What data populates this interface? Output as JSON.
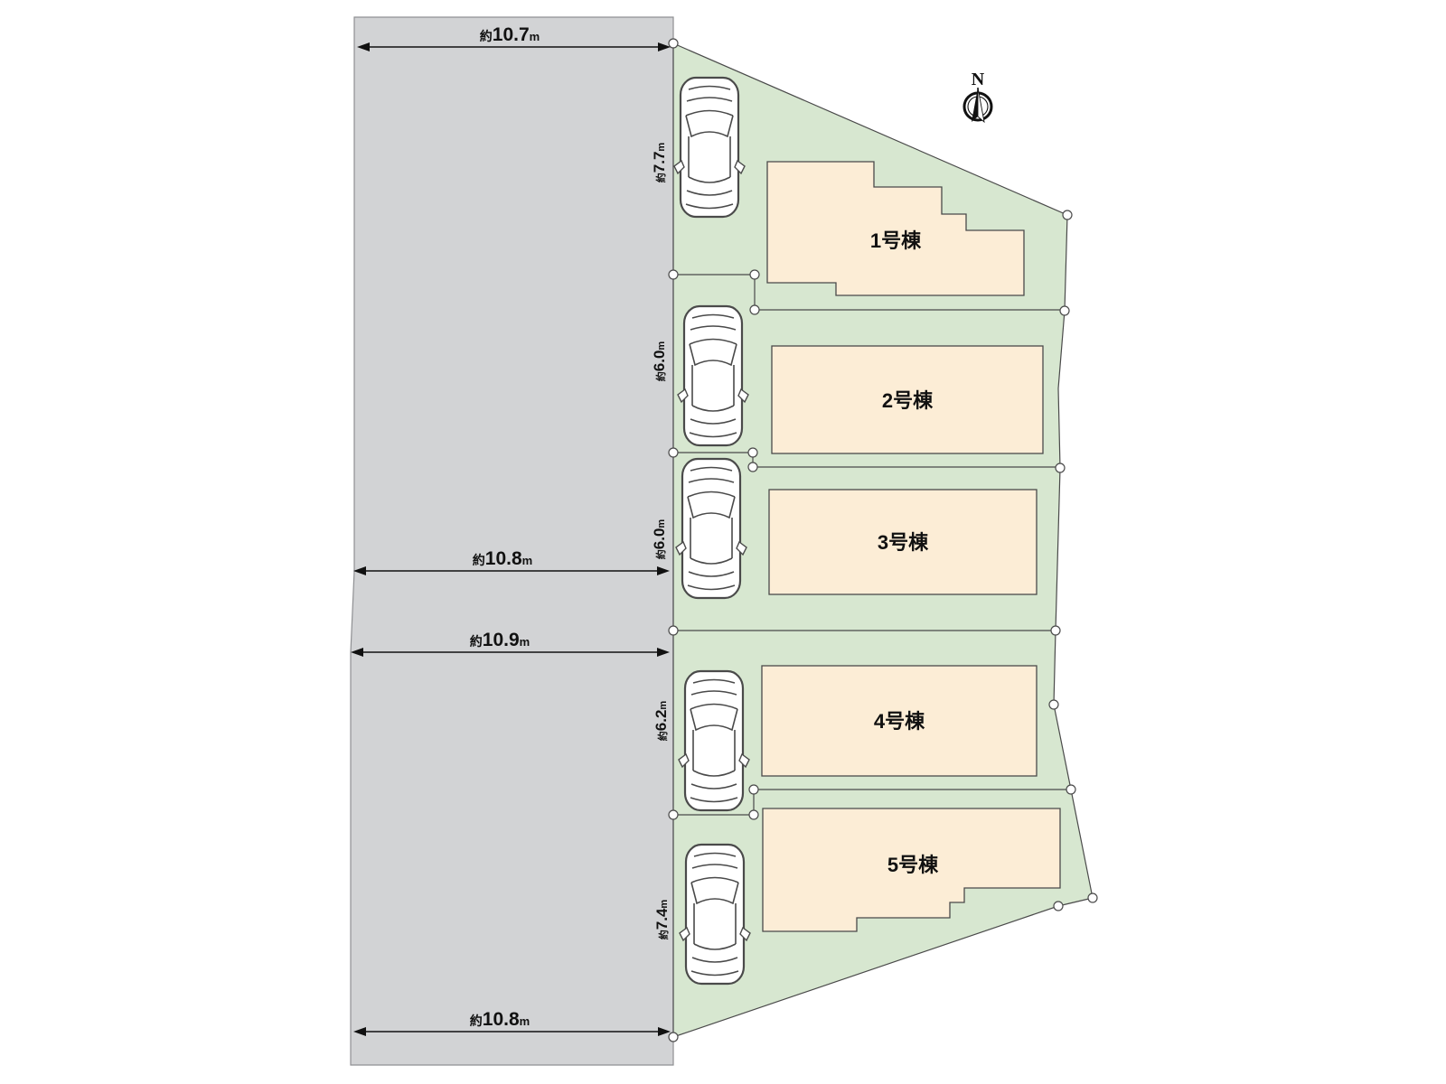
{
  "plan": {
    "compass_label": "N",
    "road_dimensions": [
      {
        "prefix": "約",
        "value": "10.7",
        "unit": "m"
      },
      {
        "prefix": "約",
        "value": "10.8",
        "unit": "m"
      },
      {
        "prefix": "約",
        "value": "10.9",
        "unit": "m"
      },
      {
        "prefix": "約",
        "value": "10.8",
        "unit": "m"
      }
    ],
    "lot_frontages": [
      {
        "prefix": "約",
        "value": "7.7",
        "unit": "m"
      },
      {
        "prefix": "約",
        "value": "6.0",
        "unit": "m"
      },
      {
        "prefix": "約",
        "value": "6.0",
        "unit": "m"
      },
      {
        "prefix": "約",
        "value": "6.2",
        "unit": "m"
      },
      {
        "prefix": "約",
        "value": "7.4",
        "unit": "m"
      }
    ],
    "buildings": [
      {
        "name": "1号棟"
      },
      {
        "name": "2号棟"
      },
      {
        "name": "3号棟"
      },
      {
        "name": "4号棟"
      },
      {
        "name": "5号棟"
      }
    ],
    "colors": {
      "road": "#d2d3d5",
      "site_green": "#d7e7d0",
      "building_fill": "#fcedd6",
      "outline": "#4a4a4a"
    }
  }
}
